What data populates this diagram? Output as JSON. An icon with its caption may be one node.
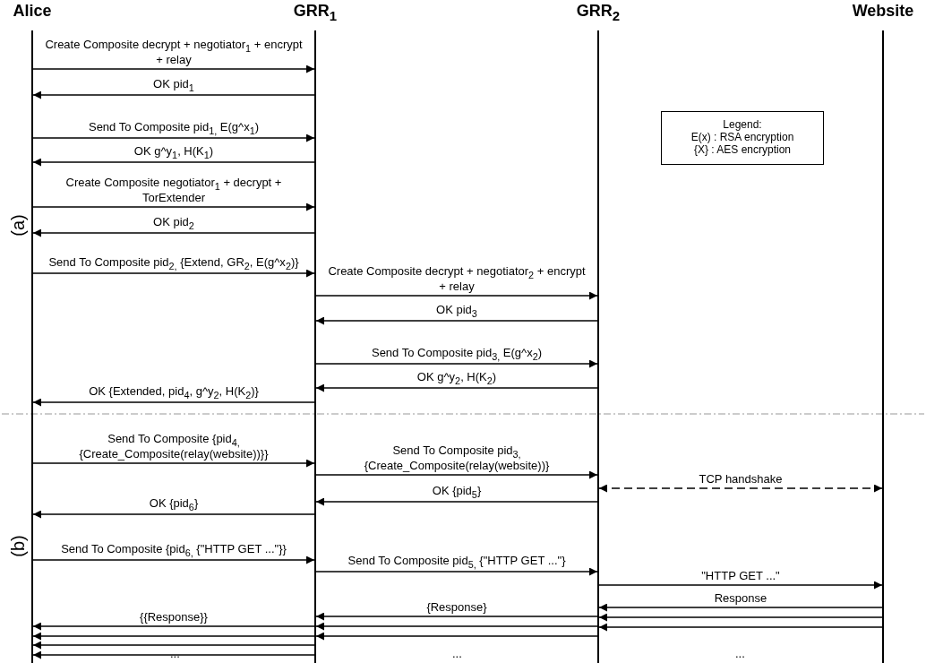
{
  "diagram": {
    "nodes": [
      {
        "text": [
          "Alice"
        ]
      },
      {
        "text": [
          "GRR$_{1}$"
        ]
      },
      {
        "text": [
          "GRR$_{2}$"
        ]
      },
      {
        "text": [
          "Website"
        ]
      },
      {
        "text": [
          "Legend:",
          "E(x) : RSA encryption",
          "{X} : AES encryption"
        ]
      }
    ],
    "edges": [
      {
        "from": 0,
        "to": 1,
        "arrow": "to",
        "label": "Create Composite decrypt + negotiator$_{1}$ + encrypt + relay"
      },
      {
        "from": 1,
        "to": 0,
        "arrow": "to",
        "label": "OK pid$_{1}$"
      },
      {
        "from": 0,
        "to": 1,
        "arrow": "to",
        "label": "Send To Composite pid$_{1,}$ E(g^x$_{1}$)"
      },
      {
        "from": 1,
        "to": 0,
        "arrow": "to",
        "label": "OK g^y$_{1}$, H(K$_{1}$)"
      },
      {
        "from": 0,
        "to": 1,
        "arrow": "to",
        "label": "Create Composite negotiator$_{1}$ + decrypt + TorExtender"
      },
      {
        "from": 1,
        "to": 0,
        "arrow": "to",
        "label": "OK pid$_{2}$"
      },
      {
        "from": 0,
        "to": 1,
        "arrow": "to",
        "label": "Send To Composite pid$_{2,}$ {Extend, GR$_{2}$, E(g^x$_{2}$)}"
      },
      {
        "from": 1,
        "to": 2,
        "arrow": "to",
        "label": "Create Composite decrypt + negotiator$_{2}$ + encrypt + relay"
      },
      {
        "from": 2,
        "to": 1,
        "arrow": "to",
        "label": "OK pid$_{3}$"
      },
      {
        "from": 1,
        "to": 2,
        "arrow": "to",
        "label": "Send To Composite pid$_{3,}$ E(g^x$_{2}$)"
      },
      {
        "from": 2,
        "to": 1,
        "arrow": "to",
        "label": "OK g^y$_{2}$, H(K$_{2}$)"
      },
      {
        "from": 1,
        "to": 0,
        "arrow": "to",
        "label": "OK {Extended, pid$_{4}$, g^y$_{2}$, H(K$_{2}$)}"
      },
      {
        "from": 0,
        "to": 1,
        "arrow": "to",
        "label": "Send To Composite {pid$_{4,}$ {Create_Composite(relay(website))}}"
      },
      {
        "from": 1,
        "to": 2,
        "arrow": "to",
        "label": "Send To Composite pid$_{3,}$ {Create_Composite(relay(website))}"
      },
      {
        "from": 2,
        "to": 3,
        "arrow": "both",
        "style": "dashed",
        "label": "TCP handshake"
      },
      {
        "from": 2,
        "to": 1,
        "arrow": "to",
        "label": "OK {pid$_{5}$}"
      },
      {
        "from": 1,
        "to": 0,
        "arrow": "to",
        "label": "OK {pid$_{6}$}"
      },
      {
        "from": 0,
        "to": 1,
        "arrow": "to",
        "label": "Send To Composite {pid$_{6,}$ {\"HTTP GET ...\"}}"
      },
      {
        "from": 1,
        "to": 2,
        "arrow": "to",
        "label": "Send To Composite pid$_{5,}$ {\"HTTP GET ...\"}"
      },
      {
        "from": 2,
        "to": 3,
        "arrow": "to",
        "label": "\"HTTP GET ...\""
      },
      {
        "from": 3,
        "to": 2,
        "arrow": "to",
        "label": "Response"
      },
      {
        "from": 3,
        "to": 2,
        "arrow": "to"
      },
      {
        "from": 3,
        "to": 2,
        "arrow": "to"
      },
      {
        "from": 2,
        "to": 1,
        "arrow": "to",
        "label": "{Response}"
      },
      {
        "from": 2,
        "to": 1,
        "arrow": "to"
      },
      {
        "from": 2,
        "to": 1,
        "arrow": "to"
      },
      {
        "from": 1,
        "to": 0,
        "arrow": "to",
        "label": "{{Response}}"
      },
      {
        "from": 1,
        "to": 0,
        "arrow": "to"
      },
      {
        "from": 1,
        "to": 0,
        "arrow": "to"
      },
      {
        "from": 1,
        "to": 0,
        "arrow": "to"
      }
    ],
    "labels": [
      "(a)",
      "(b)",
      "...",
      "...",
      "..."
    ]
  }
}
